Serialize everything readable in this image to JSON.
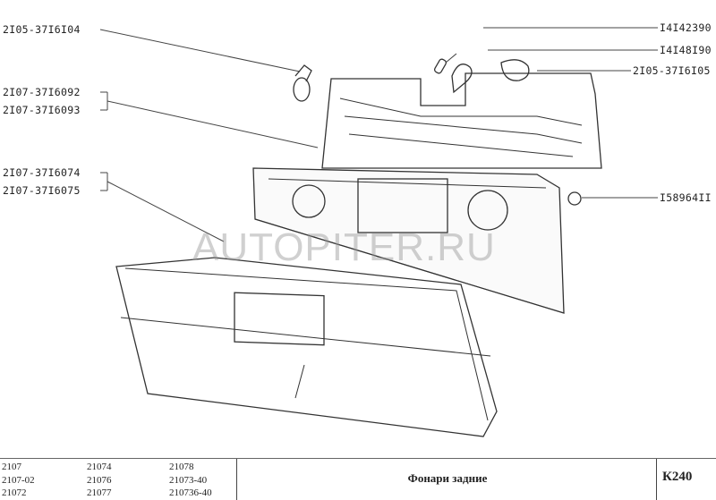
{
  "callouts_left": [
    {
      "text": "2I05-37I6I04"
    },
    {
      "text": "2I07-37I6092"
    },
    {
      "text": "2I07-37I6093"
    },
    {
      "text": "2I07-37I6074"
    },
    {
      "text": "2I07-37I6075"
    }
  ],
  "callouts_right": [
    {
      "text": "I4I42390"
    },
    {
      "text": "I4I48I90"
    },
    {
      "text": "2I05-37I6I05"
    },
    {
      "text": "I58964II"
    }
  ],
  "watermark": "AUTOPITER.RU",
  "footer": {
    "models": [
      "2107",
      "21074",
      "21078",
      "2107-02",
      "21076",
      "21073-40",
      "21072",
      "21077",
      "210736-40"
    ],
    "title": "Фонари задние",
    "code": "К240"
  }
}
